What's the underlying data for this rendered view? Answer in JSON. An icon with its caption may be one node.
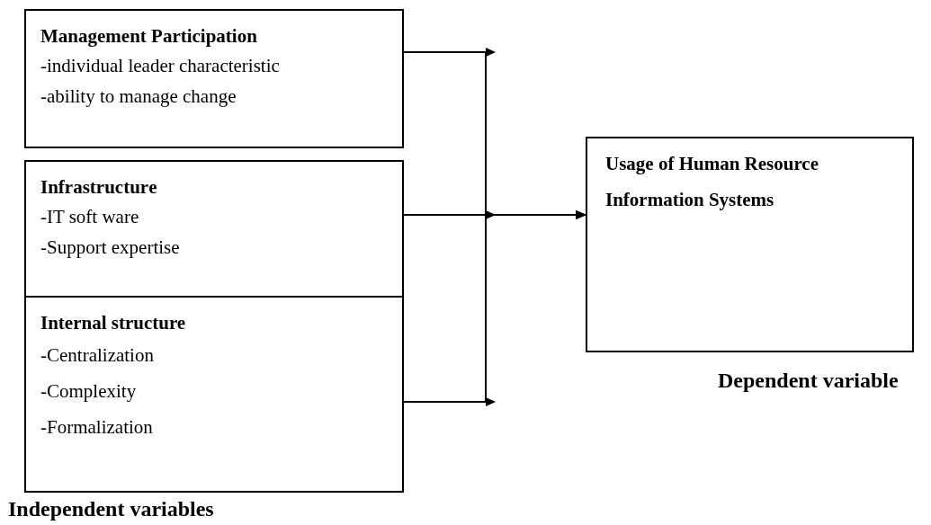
{
  "diagram": {
    "nodes": [
      {
        "text": [
          "Management Participation",
          "-individual leader characteristic",
          "-ability to manage change"
        ]
      },
      {
        "text": [
          "**Infrastructur**e",
          "-IT soft ware",
          "-Support expertise"
        ]
      },
      {
        "text": [
          "Internal structure",
          "-Centralization",
          "-Complexity",
          "-Formalization"
        ]
      },
      {
        "text": [
          "Usage of Human Resource Information Systems"
        ]
      }
    ],
    "edges": [
      {
        "from": 0,
        "to": 3,
        "arrow": "to"
      },
      {
        "from": 1,
        "to": 3,
        "arrow": "to"
      },
      {
        "from": 2,
        "to": 3,
        "arrow": "to"
      }
    ],
    "labels": [
      "Dependent variable",
      "Independent variables"
    ]
  }
}
